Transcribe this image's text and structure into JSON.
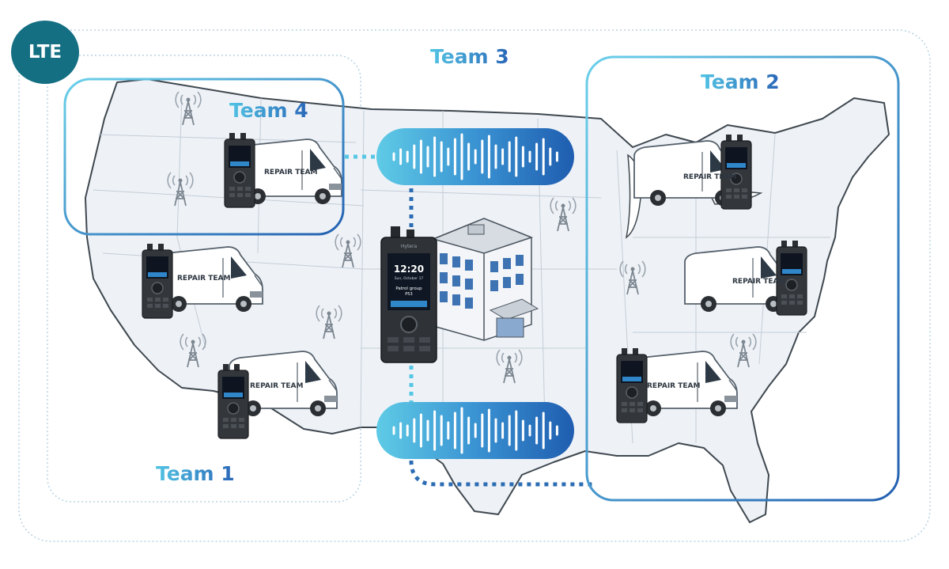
{
  "network_badge": "LTE",
  "teams": {
    "team1": "Team 1",
    "team2": "Team 2",
    "team3": "Team 3",
    "team4": "Team 4"
  },
  "device_screen": {
    "brand": "Hytera",
    "time": "12:20",
    "date": "Sun, October 17",
    "group_line1": "Patrol group",
    "group_line2": "P53"
  },
  "van_text": "REPAIR TEAM",
  "colors": {
    "badge": "#146f83",
    "frame_light": "#4fc1e0",
    "frame_dark": "#2563b0",
    "map_fill": "#eef2f7",
    "dots": "#2b6cb3"
  },
  "icons": [
    "cell-tower-icon",
    "voice-waveform-icon",
    "radio-device-icon",
    "service-van-icon",
    "office-building-icon"
  ]
}
